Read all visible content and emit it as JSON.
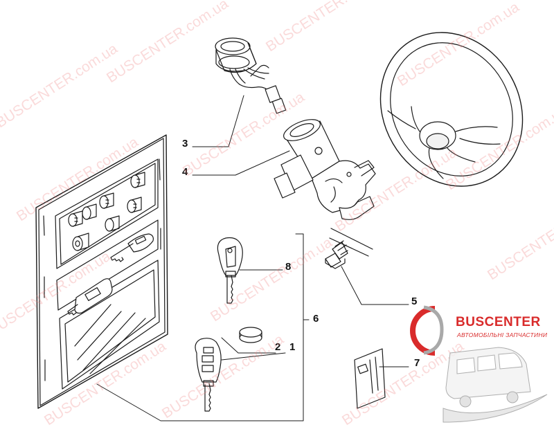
{
  "diagram": {
    "callouts": [
      {
        "id": "callout-3",
        "label": "3"
      },
      {
        "id": "callout-4",
        "label": "4"
      },
      {
        "id": "callout-8",
        "label": "8"
      },
      {
        "id": "callout-5",
        "label": "5"
      },
      {
        "id": "callout-6",
        "label": "6"
      },
      {
        "id": "callout-2",
        "label": "2"
      },
      {
        "id": "callout-1",
        "label": "1"
      },
      {
        "id": "callout-7",
        "label": "7"
      }
    ]
  },
  "watermark": {
    "text": "BUSCENTER.com.ua"
  },
  "logo": {
    "name": "BUSCENTER",
    "tagline": "АВТОМОБІЛЬНІ ЗАПЧАСТИНИ",
    "accent_color": "#d92b2b"
  },
  "colors": {
    "line": "#1a1a1a",
    "fill": "#ffffff",
    "watermark": "#f07c7c"
  }
}
